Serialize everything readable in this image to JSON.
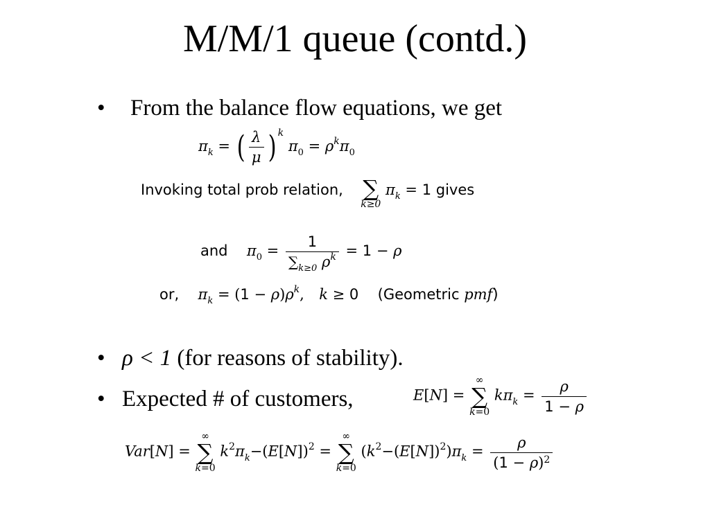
{
  "slide": {
    "title": "M/M/1 queue (contd.)",
    "bullet_char": "•",
    "bullets": [
      {
        "text": "From the balance flow equations, we get"
      },
      {
        "lead": "ρ < 1",
        "text": " (for reasons of stability)."
      },
      {
        "text": "Expected # of customers,"
      }
    ],
    "labels": {
      "invoking": "Invoking total prob relation,",
      "gives": "gives",
      "and": "and",
      "or": "or,",
      "geometric_open": "(Geometric ",
      "pmf": "pmf",
      "geometric_close": ")"
    }
  },
  "equations": {
    "pi_k_expr": "π_k = (λ/μ)^k π_0 = ρ^k π_0",
    "sum_expr": "Σ_{k≥0} π_k = 1",
    "pi0_expr": "π_0 = 1 / Σ_{k≥0} ρ^k = 1 − ρ",
    "geom_expr": "π_k = (1 − ρ)ρ^k, k ≥ 0",
    "EN_expr": "E[N] = Σ_{k=0}^{∞} kπ_k = ρ/(1 − ρ)",
    "VarN_expr": "Var[N] = Σ_{k=0}^{∞} k²π_k − (E[N])² = Σ_{k=0}^{∞} (k² − (E[N])²)π_k = ρ/(1 − ρ)²"
  }
}
